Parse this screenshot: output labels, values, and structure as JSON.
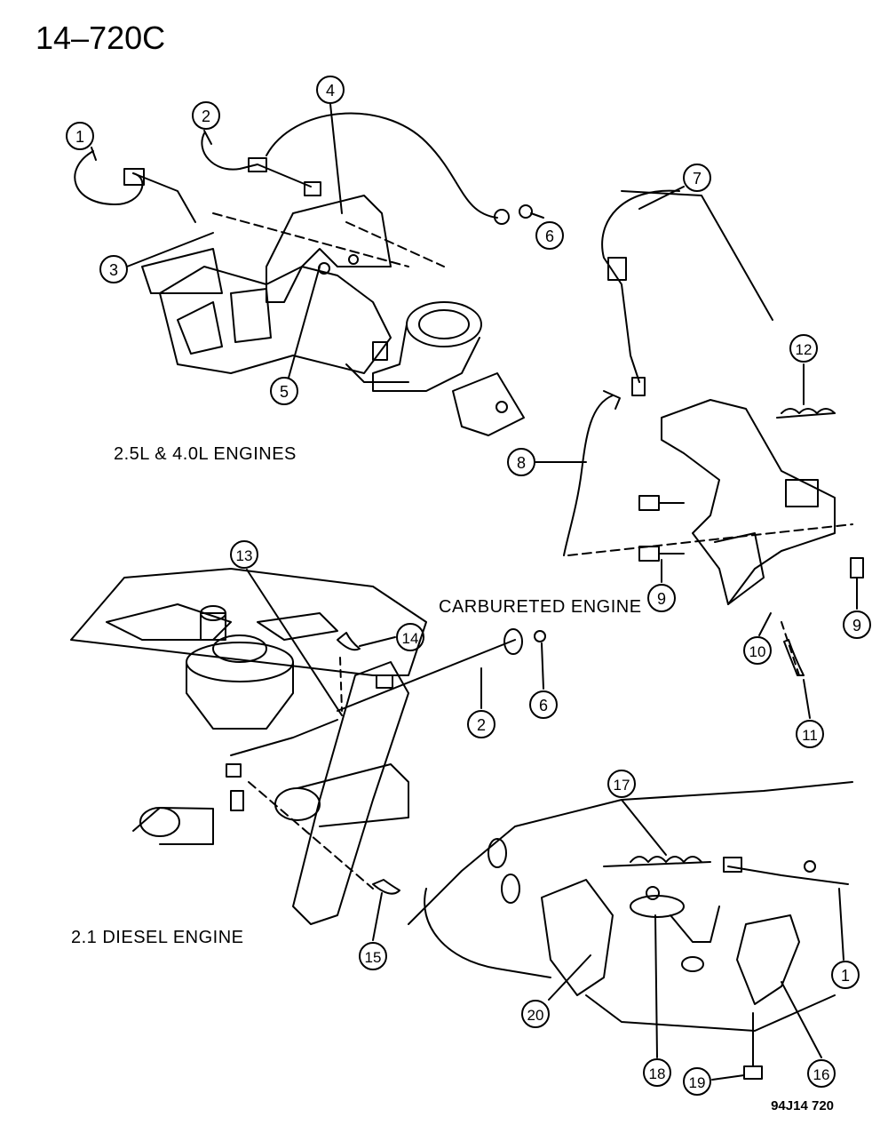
{
  "page_number": "14–720C",
  "section_labels": {
    "gas_engines": "2.5L & 4.0L ENGINES",
    "carbureted": "CARBURETED ENGINE",
    "diesel": "2.1 DIESEL ENGINE"
  },
  "figure_code": "94J14 720",
  "callouts": [
    "1",
    "2",
    "3",
    "4",
    "5",
    "6",
    "7",
    "8",
    "9",
    "10",
    "11",
    "12",
    "13",
    "14",
    "15",
    "16",
    "17",
    "18",
    "19",
    "20"
  ]
}
